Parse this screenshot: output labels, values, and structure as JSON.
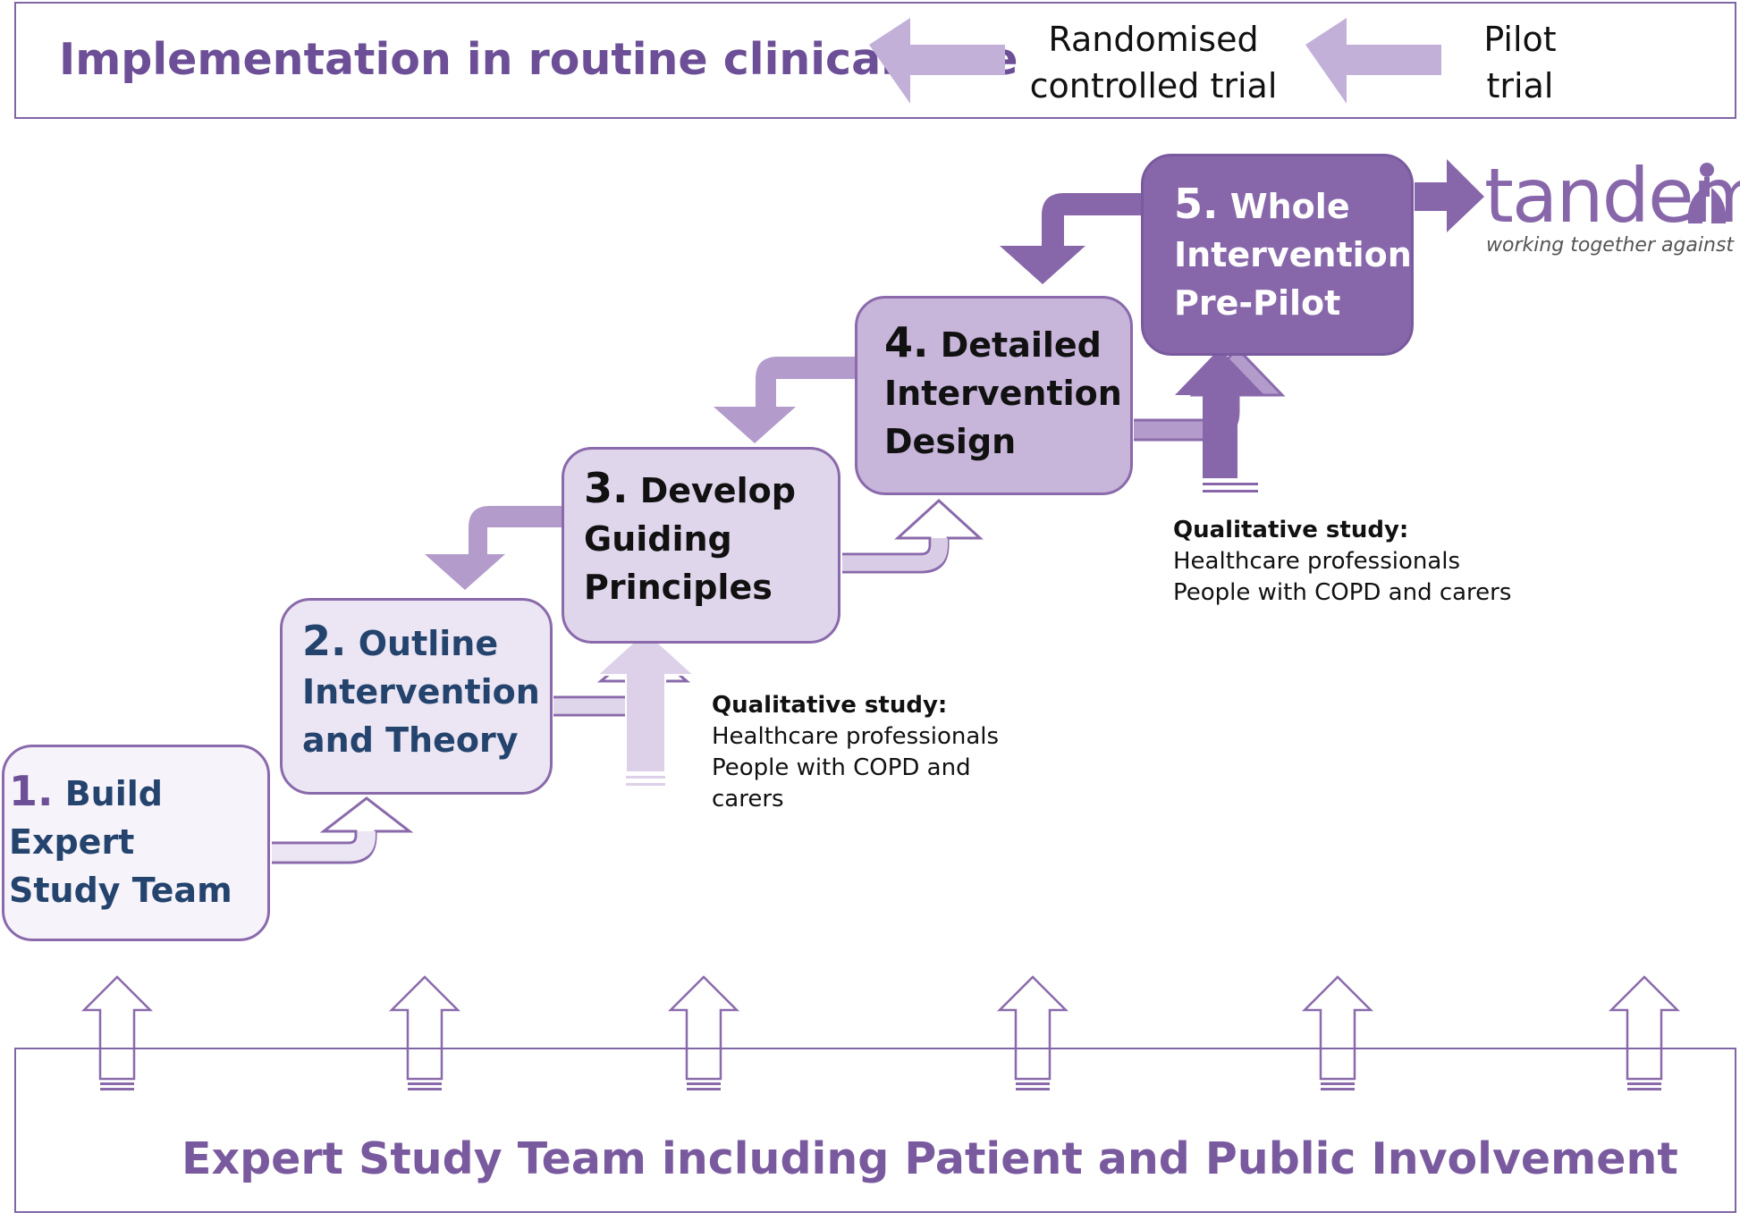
{
  "top_banner": {
    "title": "Implementation in routine clinical care",
    "rct_line1": "Randomised",
    "rct_line2": "controlled trial",
    "pilot_line1": "Pilot",
    "pilot_line2": "trial"
  },
  "steps": [
    {
      "number": "1.",
      "line1": "Build Expert",
      "line2": "Study Team"
    },
    {
      "number": "2.",
      "line1": "Outline",
      "line2": "Intervention",
      "line3": "and Theory"
    },
    {
      "number": "3.",
      "line1": "Develop",
      "line2": "Guiding",
      "line3": "Principles"
    },
    {
      "number": "4.",
      "line1": "Detailed",
      "line2": "Intervention",
      "line3": "Design"
    },
    {
      "number": "5.",
      "line1": "Whole",
      "line2": "Intervention",
      "line3": "Pre-Pilot"
    }
  ],
  "notes": [
    {
      "heading": "Qualitative study:",
      "line1": "Healthcare professionals",
      "line2": "People with COPD and",
      "line3": "carers"
    },
    {
      "heading": "Qualitative study:",
      "line1": "Healthcare professionals",
      "line2": "People with COPD and carers"
    }
  ],
  "logo": {
    "word": "tandem",
    "tagline": "working together against COPD"
  },
  "bottom_banner": {
    "text": "Expert Study Team including Patient and Public Involvement"
  },
  "colors": {
    "dark_purple": "#8767aa",
    "mid_purple": "#b39ccc",
    "light_purple": "#d8cce6",
    "outline": "#8a6aab",
    "navy_text": "#24446e"
  }
}
